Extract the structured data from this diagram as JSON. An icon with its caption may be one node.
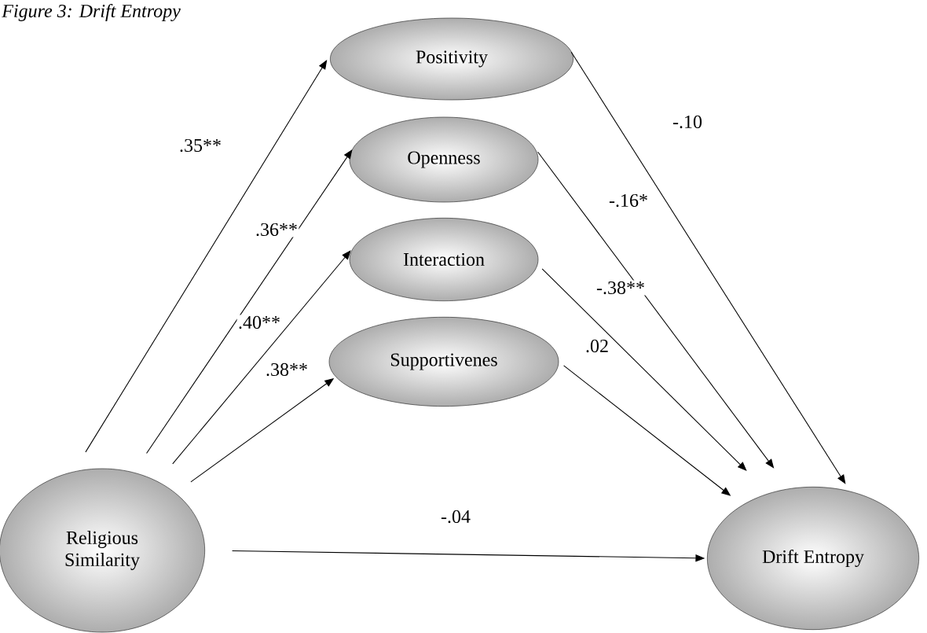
{
  "diagram": {
    "title": "Figure 3: Drift Entropy",
    "nodes": [
      {
        "text": [
          "Positivity"
        ]
      },
      {
        "text": [
          "Openness"
        ]
      },
      {
        "text": [
          "Interaction"
        ]
      },
      {
        "text": [
          "Supportivenes"
        ]
      },
      {
        "text": [
          "Religious Similarity"
        ]
      },
      {
        "text": [
          "Drift Entropy"
        ]
      }
    ],
    "edges": [
      {
        "from": 4,
        "to": 0,
        "arrow": "to",
        "label": ".35**"
      },
      {
        "from": 4,
        "to": 1,
        "arrow": "to",
        "label": ".36**"
      },
      {
        "from": 4,
        "to": 2,
        "arrow": "to",
        "label": ".40**"
      },
      {
        "from": 4,
        "to": 3,
        "arrow": "to",
        "label": ".38**"
      },
      {
        "from": 4,
        "to": 5,
        "arrow": "to",
        "label": "-.04"
      },
      {
        "from": 0,
        "to": 5,
        "arrow": "to",
        "label": "-.10"
      },
      {
        "from": 1,
        "to": 5,
        "arrow": "to",
        "label": "-.16*"
      },
      {
        "from": 2,
        "to": 5,
        "arrow": "to",
        "label": "-.38**"
      },
      {
        "from": 3,
        "to": 5,
        "arrow": "to",
        "label": ".02"
      }
    ]
  }
}
